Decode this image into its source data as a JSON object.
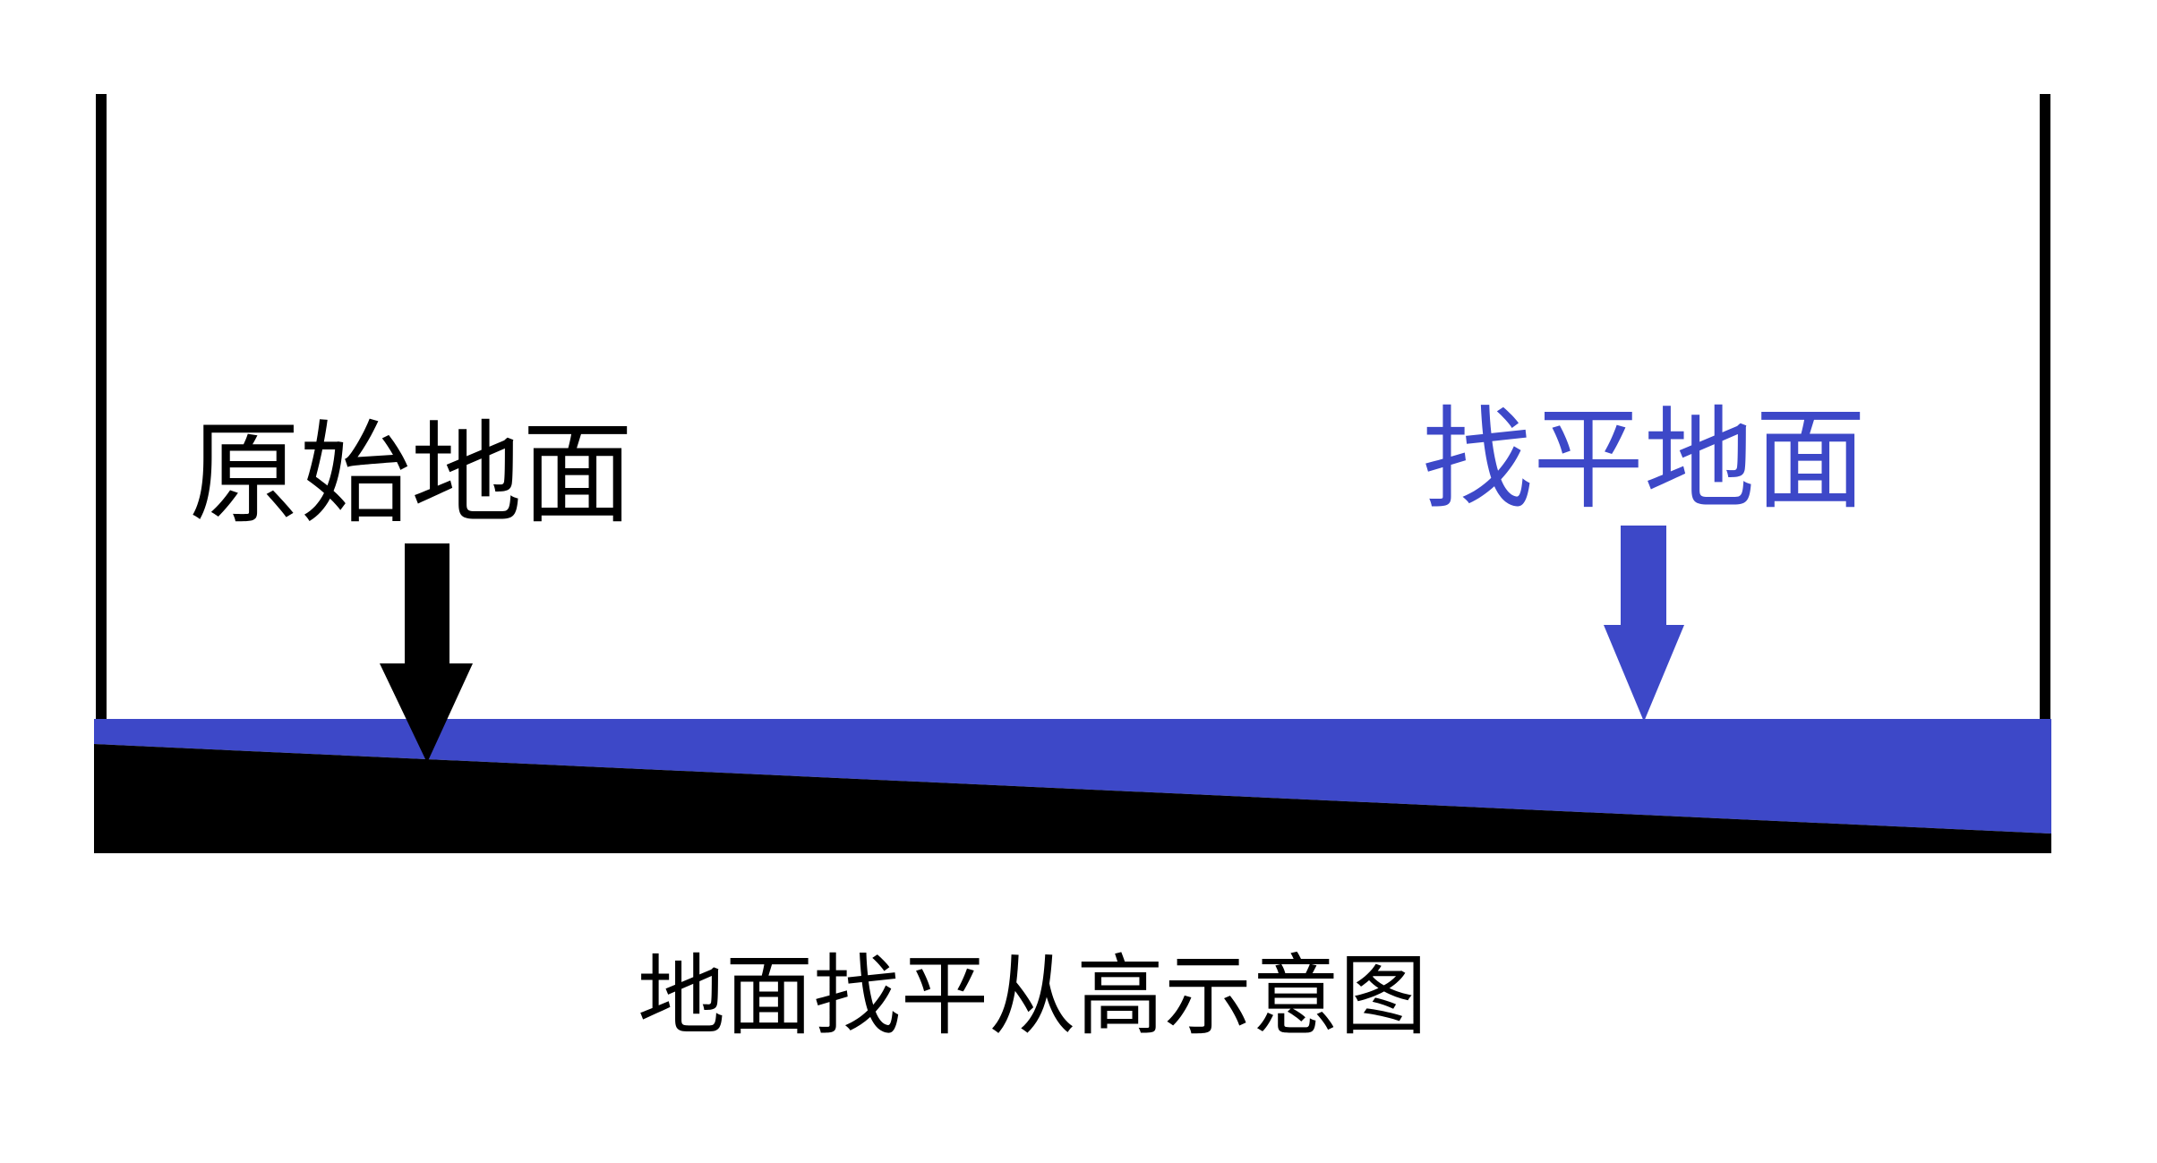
{
  "labels": {
    "original_ground": "原始地面",
    "leveled_ground": "找平地面",
    "caption": "地面找平从高示意图"
  },
  "colors": {
    "leveling_layer": "#3d48c8",
    "original_ground": "#000000"
  }
}
